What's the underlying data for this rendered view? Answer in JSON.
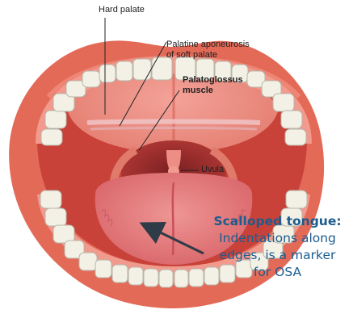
{
  "labels": {
    "hard_palate": "Hard palate",
    "aponeurosis_line1": "Palatine aponeurosis",
    "aponeurosis_line2": "of soft palate",
    "palatoglossus_line1": "Palatoglossus",
    "palatoglossus_line2": "muscle",
    "uvula": "Uvula"
  },
  "note": {
    "title": "Scalloped tongue:",
    "line1": "Indentations along",
    "line2": "edges, is a marker",
    "line3": "for OSA"
  },
  "colors": {
    "lips": "#e46a58",
    "oral_cavity": "#c8423a",
    "palate": "#ee8d84",
    "tongue": "#e47d7c",
    "teeth": "#f3f1e6",
    "gums": "#f19a8d",
    "note_text": "#1c5c8e",
    "arrow": "#2f3b46"
  }
}
